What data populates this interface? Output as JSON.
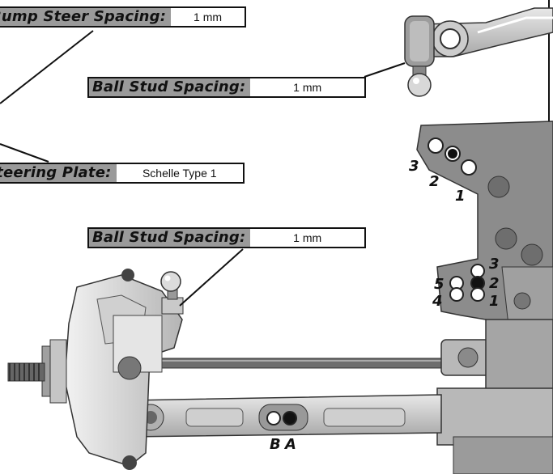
{
  "callouts": {
    "bump_steer": {
      "label": "Bump Steer Spacing:",
      "value": "1 mm"
    },
    "ball_stud_top": {
      "label": "Ball Stud Spacing:",
      "value": "1 mm"
    },
    "steering_plate": {
      "label": "Steering Plate:",
      "value": "Schelle Type 1"
    },
    "ball_stud_mid": {
      "label": "Ball Stud Spacing:",
      "value": "1 mm"
    }
  },
  "hole_labels": {
    "tower_upper": [
      "3",
      "2",
      "1"
    ],
    "tower_lower": [
      "3",
      "2",
      "1",
      "5",
      "4"
    ],
    "arm": [
      "B",
      "A"
    ]
  },
  "colors": {
    "part_gray": "#8c8c8c",
    "part_light": "#d9d9d9",
    "label_gray": "#9a9a9a"
  }
}
